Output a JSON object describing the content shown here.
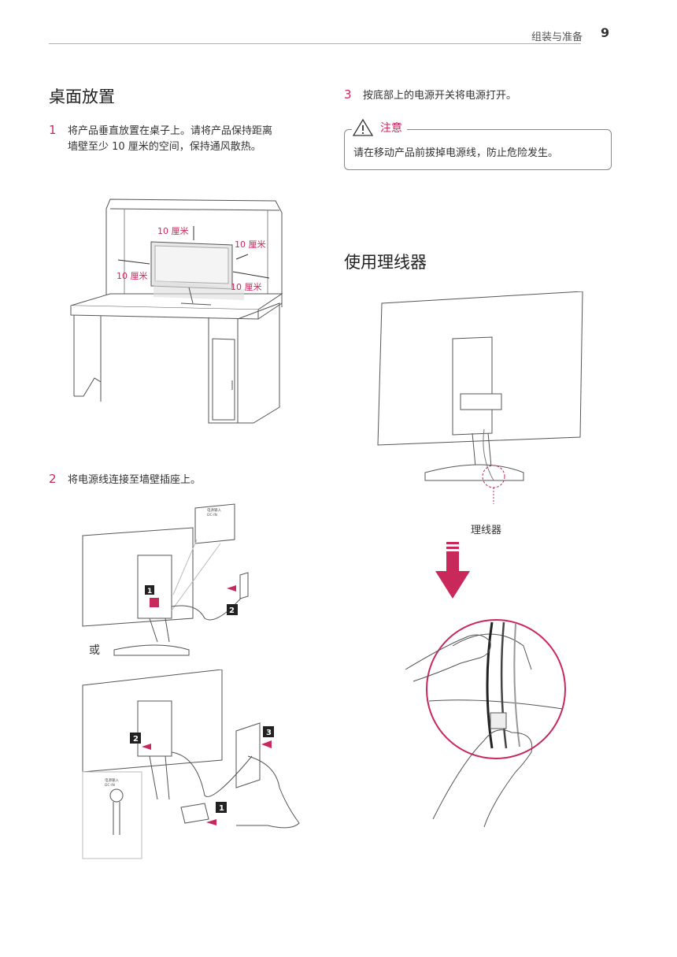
{
  "header": {
    "section": "组装与准备",
    "page": "9"
  },
  "left": {
    "heading": "桌面放置",
    "step1": {
      "num": "1",
      "line1": "将产品垂直放置在桌子上。请将产品保持距离",
      "line2": "墙壁至少 10 厘米的空间，保持通风散热。"
    },
    "desk_labels": {
      "top": "10 厘米",
      "right_top": "10 厘米",
      "left": "10 厘米",
      "right_bottom": "10 厘米"
    },
    "step2": {
      "num": "2",
      "text": "将电源线连接至墙壁插座上。"
    },
    "or": "或",
    "badges": {
      "a1": "1",
      "a2": "2",
      "b1": "1",
      "b2": "2",
      "b3": "3"
    },
    "port_label": {
      "line1": "电源输入",
      "line2": "DC-IN"
    }
  },
  "right": {
    "step3": {
      "num": "3",
      "text": "按底部上的电源开关将电源打开。"
    },
    "caution": {
      "title": "注意",
      "text": "请在移动产品前拔掉电源线，防止危险发生。"
    },
    "heading": "使用理线器",
    "cable_holder_label": "理线器"
  },
  "colors": {
    "accent": "#c8285a",
    "rule": "#b9a6d3"
  }
}
